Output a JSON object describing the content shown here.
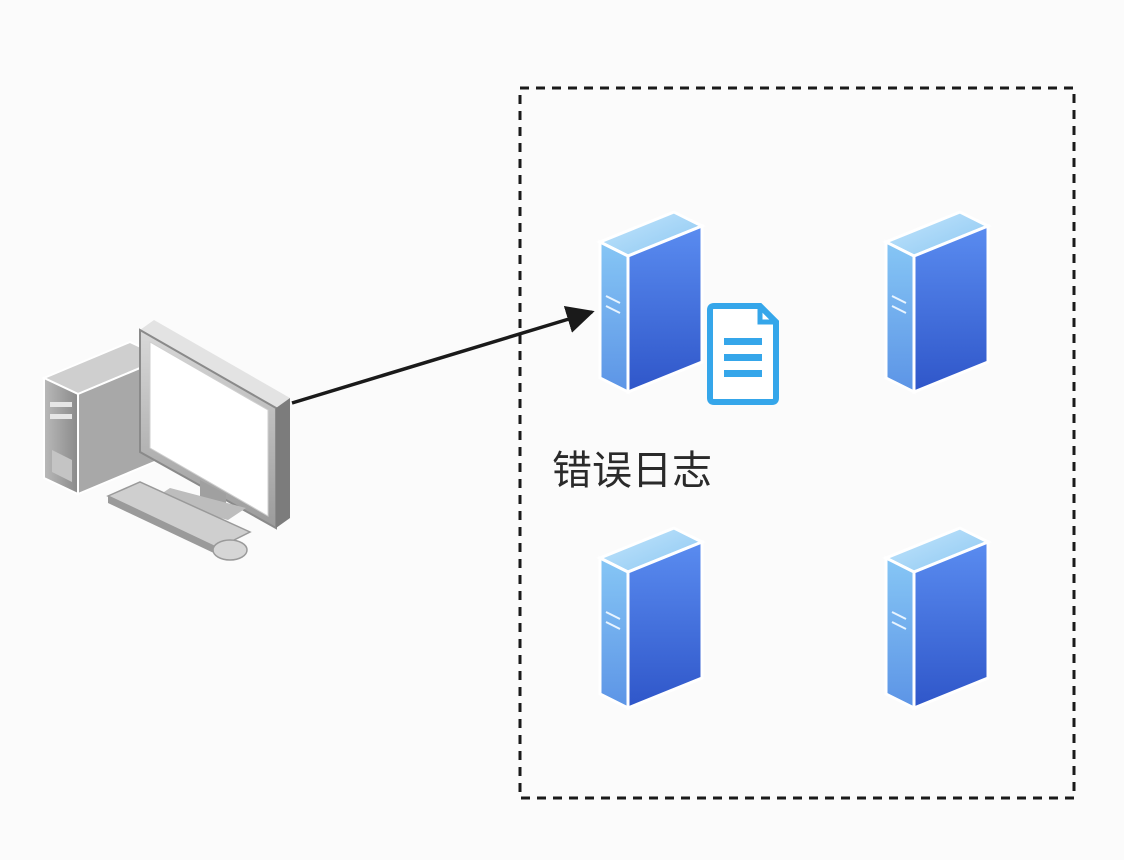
{
  "diagram": {
    "log_label": "错误日志",
    "nodes": [
      {
        "id": "client",
        "icon": "desktop-computer-icon"
      },
      {
        "id": "server-1",
        "icon": "server-icon",
        "has_log": true
      },
      {
        "id": "server-2",
        "icon": "server-icon"
      },
      {
        "id": "server-3",
        "icon": "server-icon"
      },
      {
        "id": "server-4",
        "icon": "server-icon"
      }
    ],
    "edges": [
      {
        "from": "client",
        "to": "server-1",
        "style": "solid-arrow"
      }
    ],
    "group": {
      "style": "dashed",
      "members": [
        "server-1",
        "server-2",
        "server-3",
        "server-4"
      ]
    },
    "colors": {
      "server_front": "#3d6fdc",
      "server_side": "#6fb0ee",
      "server_top": "#9ed3f7",
      "log_doc": "#35a6ea",
      "arrow": "#1a1a1a",
      "group_border": "#1a1a1a"
    }
  }
}
